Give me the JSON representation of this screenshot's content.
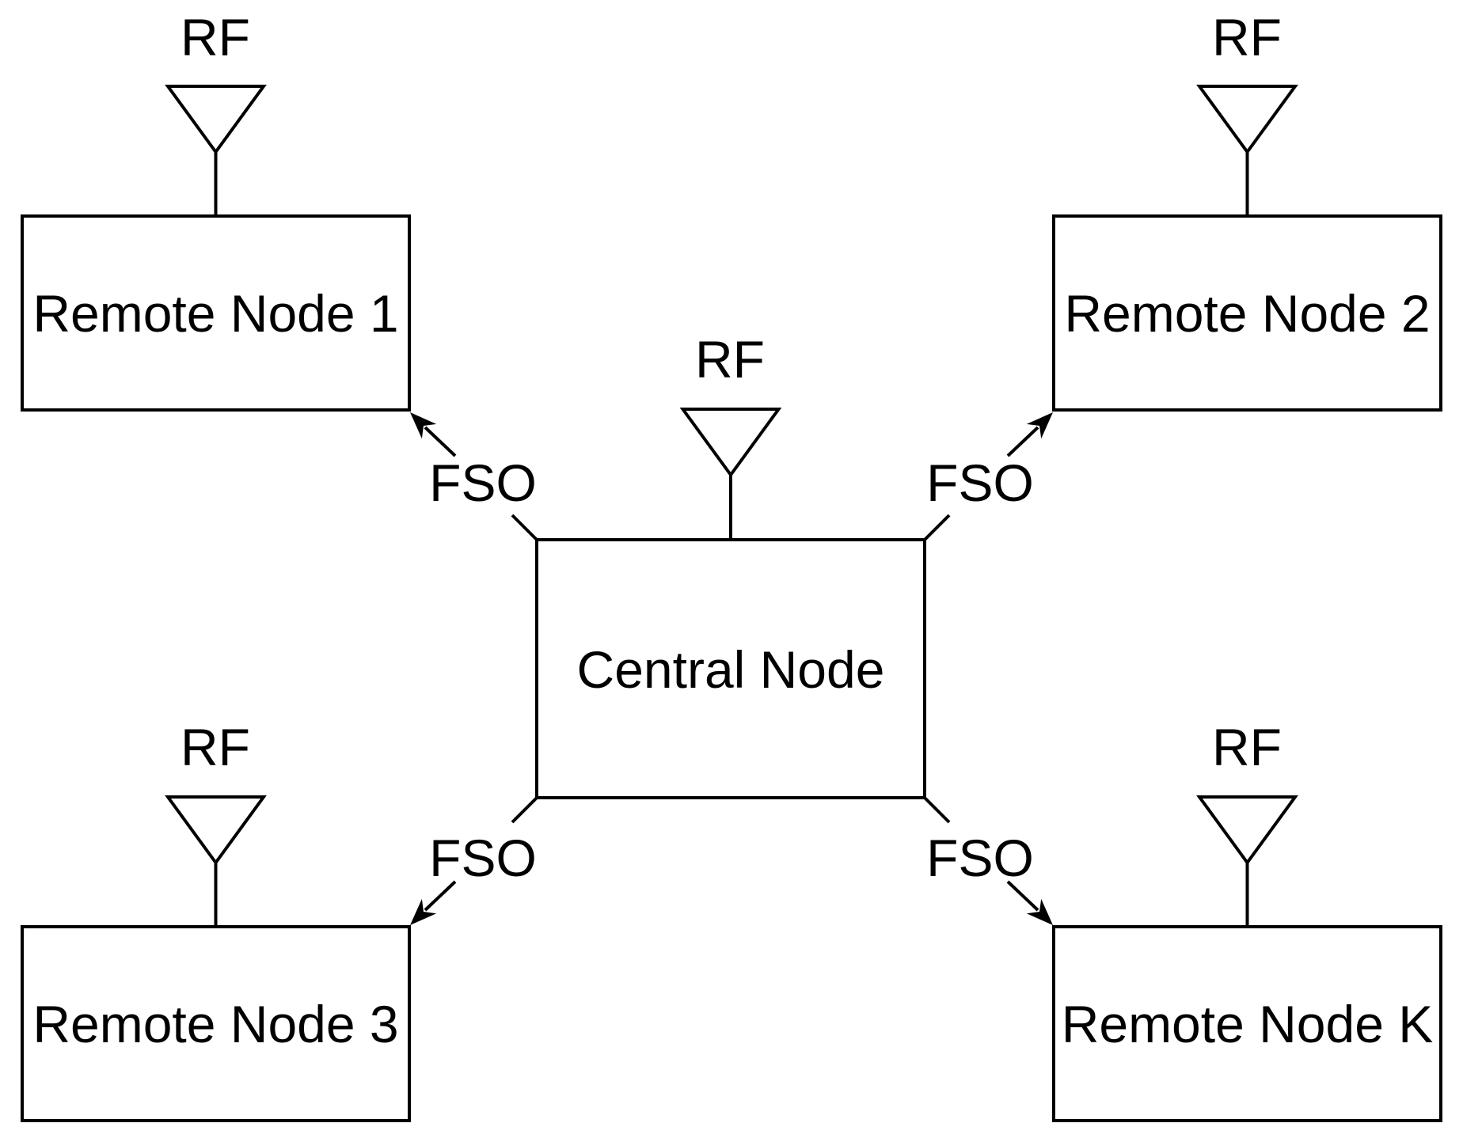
{
  "diagram": {
    "background_color": "#ffffff",
    "line_color": "#000000",
    "text_color": "#000000",
    "central": {
      "label": "Central Node",
      "antenna_label": "RF"
    },
    "remotes": [
      {
        "label": "Remote Node 1",
        "antenna_label": "RF"
      },
      {
        "label": "Remote Node 2",
        "antenna_label": "RF"
      },
      {
        "label": "Remote Node 3",
        "antenna_label": "RF"
      },
      {
        "label": "Remote Node K",
        "antenna_label": "RF"
      }
    ],
    "links": [
      {
        "label": "FSO",
        "from": "Central Node",
        "to": "Remote Node 1"
      },
      {
        "label": "FSO",
        "from": "Central Node",
        "to": "Remote Node 2"
      },
      {
        "label": "FSO",
        "from": "Central Node",
        "to": "Remote Node 3"
      },
      {
        "label": "FSO",
        "from": "Central Node",
        "to": "Remote Node K"
      }
    ]
  }
}
